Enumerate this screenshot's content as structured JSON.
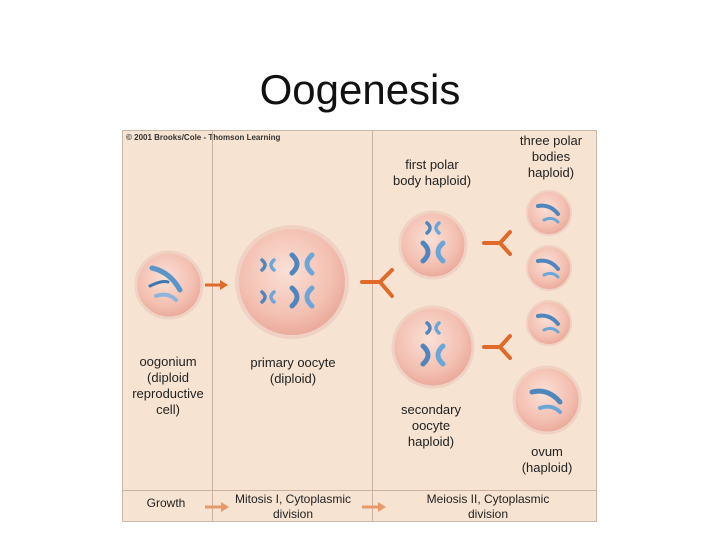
{
  "title": "Oogenesis",
  "copyright": "© 2001 Brooks/Cole - Thomson Learning",
  "labels": {
    "first_polar": "first polar body haploid)",
    "three_polar": "three polar bodies haploid)",
    "oogonium": "oogonium (diploid reproductive cell)",
    "primary": "primary oocyte (diploid)",
    "secondary": "secondary oocyte haploid)",
    "ovum": "ovum (haploid)"
  },
  "stages": {
    "growth": "Growth",
    "mitosis": "Mitosis I, Cytoplasmic division",
    "meiosis": "Meiosis II, Cytoplasmic division"
  },
  "colors": {
    "panel": "#f6e3d1",
    "cell_fill": "#f3bfb0",
    "cell_border": "#e8c9b8",
    "chromosome": "#5a95c8",
    "arrow": "#e06a2a"
  }
}
